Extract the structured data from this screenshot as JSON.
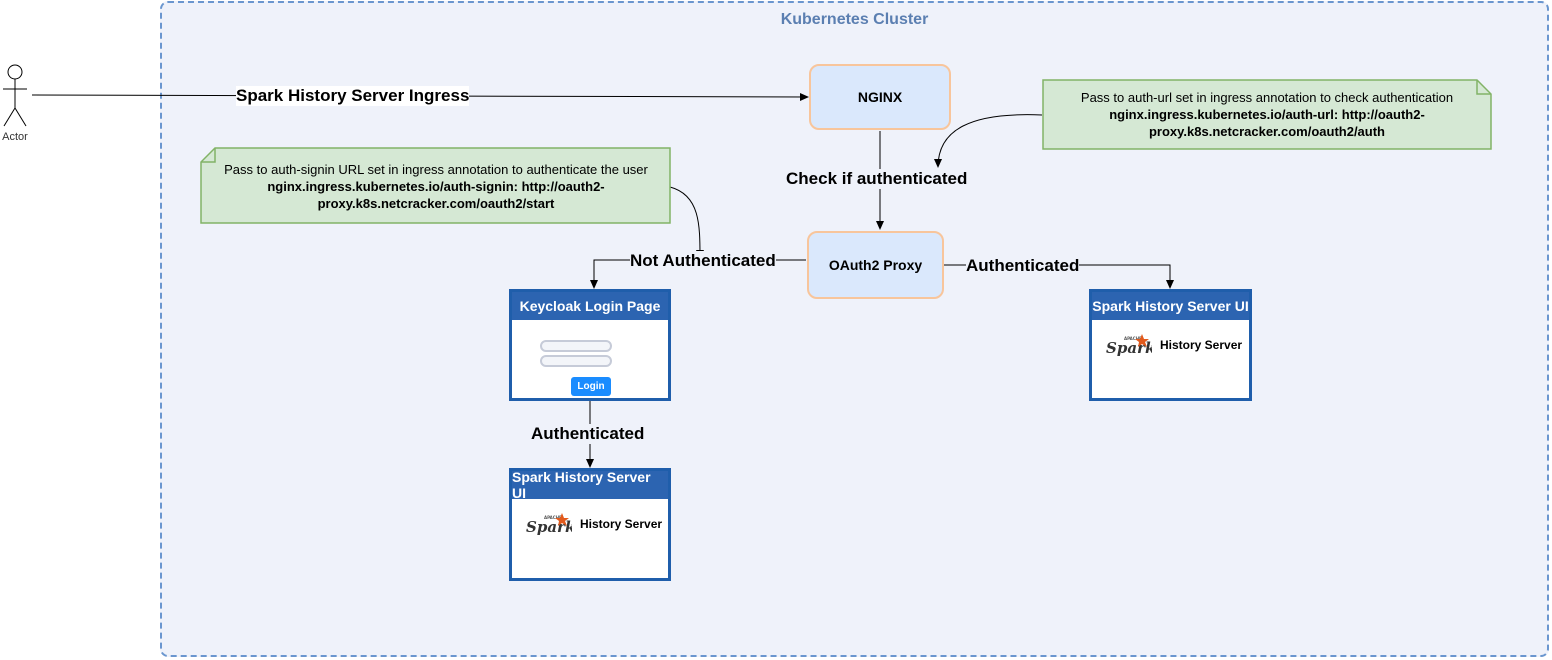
{
  "cluster": {
    "title": "Kubernetes Cluster"
  },
  "actor": {
    "label": "Actor"
  },
  "edges": {
    "ingress": "Spark History Server Ingress",
    "check_auth": "Check if authenticated",
    "not_authenticated": "Not Authenticated",
    "authenticated_right": "Authenticated",
    "authenticated_down": "Authenticated"
  },
  "nodes": {
    "nginx": "NGINX",
    "oauth2_proxy": "OAuth2 Proxy"
  },
  "notes": {
    "auth_url": {
      "line1": "Pass to auth-url set in ingress annotation to check authentication",
      "line2": "nginx.ingress.kubernetes.io/auth-url: http://oauth2-",
      "line3": "proxy.k8s.netcracker.com/oauth2/auth"
    },
    "auth_signin": {
      "line1": "Pass to auth-signin URL set in ingress annotation to authenticate the user",
      "line2": "nginx.ingress.kubernetes.io/auth-signin: http://oauth2-",
      "line3": "proxy.k8s.netcracker.com/oauth2/start"
    }
  },
  "keycloak": {
    "title": "Keycloak Login Page",
    "button": "Login"
  },
  "spark_right": {
    "title": "Spark History Server UI",
    "label": "History Server",
    "logo_text": "Spark",
    "logo_small": "APACHE"
  },
  "spark_bottom": {
    "title": "Spark History Server UI",
    "label": "History Server",
    "logo_text": "Spark",
    "logo_small": "APACHE"
  },
  "colors": {
    "node_fill": "#dae8fc",
    "node_border": "#f8c59b",
    "note_fill": "#d5e8d4",
    "panel_header": "#2c64b1",
    "cluster_border": "#6a96cf"
  }
}
